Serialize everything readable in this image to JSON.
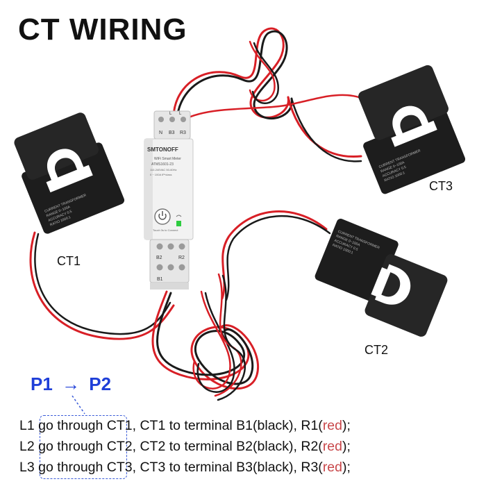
{
  "title": "CT WIRING",
  "meter": {
    "brand": "SMTONOFF",
    "model_line1": "WiFi Smart Meter",
    "model_line2": "ATMS1601-23",
    "spec_line1": "110-240VAC 50-60Hz",
    "spec_line2": "0 ~ 100A   IP*class",
    "touch_label": "Touch 3s to Connect",
    "top_terminals": [
      "N",
      "B3",
      "R3"
    ],
    "top_terminals_small": [
      "L",
      "L"
    ],
    "bottom_terminals_upper": [
      "B2",
      "R2"
    ],
    "bottom_terminals_lower": [
      "B1"
    ]
  },
  "ct_labels": {
    "ct1": "CT1",
    "ct2": "CT2",
    "ct3": "CT3"
  },
  "ct_body_text": [
    "CURRENT TRANSFORMER",
    "RANGE 0~100A",
    "ACCURACY 0.5",
    "RATIO 1000:1"
  ],
  "direction": {
    "from": "P1",
    "arrow": "→",
    "to": "P2"
  },
  "instructions": [
    {
      "phase": "L1",
      "through": "go through",
      "rest": "CT1, CT1 to terminal B1(black), R1(",
      "red": "red",
      "end": ");"
    },
    {
      "phase": "L2",
      "through": "go through",
      "rest": "CT2, CT2 to terminal B2(black), R2(",
      "red": "red",
      "end": ");"
    },
    {
      "phase": "L3",
      "through": "go through",
      "rest": "CT3, CT3 to terminal B3(black), R3(",
      "red": "red",
      "end": ");"
    }
  ],
  "colors": {
    "wire_red": "#d81f26",
    "wire_black": "#1a1a1a",
    "accent_blue": "#1f3fd8",
    "red_text": "#c8474a"
  }
}
